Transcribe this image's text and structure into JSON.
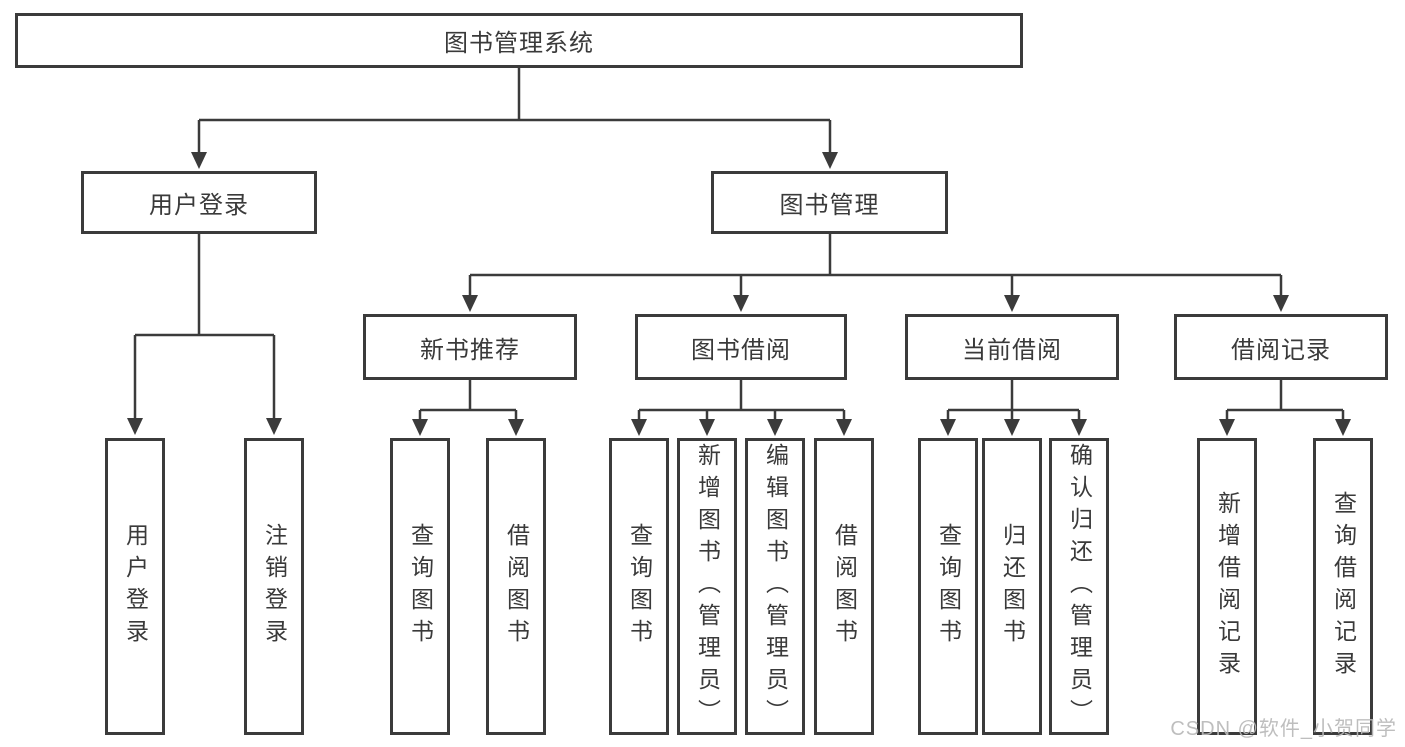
{
  "diagram": {
    "root": {
      "label": "图书管理系统"
    },
    "level2": [
      {
        "label": "用户登录"
      },
      {
        "label": "图书管理"
      }
    ],
    "level3": [
      {
        "label": "新书推荐"
      },
      {
        "label": "图书借阅"
      },
      {
        "label": "当前借阅"
      },
      {
        "label": "借阅记录"
      }
    ],
    "leaves": [
      {
        "label": "用户登录",
        "parent": "用户登录"
      },
      {
        "label": "注销登录",
        "parent": "用户登录"
      },
      {
        "label": "查询图书",
        "parent": "新书推荐"
      },
      {
        "label": "借阅图书",
        "parent": "新书推荐"
      },
      {
        "label": "查询图书",
        "parent": "图书借阅"
      },
      {
        "label": "新增图书（管理员）",
        "parent": "图书借阅"
      },
      {
        "label": "编辑图书（管理员）",
        "parent": "图书借阅"
      },
      {
        "label": "借阅图书",
        "parent": "图书借阅"
      },
      {
        "label": "查询图书",
        "parent": "当前借阅"
      },
      {
        "label": "归还图书",
        "parent": "当前借阅"
      },
      {
        "label": "确认归还（管理员）",
        "parent": "当前借阅"
      },
      {
        "label": "新增借阅记录",
        "parent": "借阅记录"
      },
      {
        "label": "查询借阅记录",
        "parent": "借阅记录"
      }
    ]
  },
  "watermark": {
    "text": "CSDN @软件_小贺同学"
  },
  "colors": {
    "line": "#3b3b3b",
    "box_border": "#3b3b3b",
    "text": "#3a3a3a",
    "watermark": "#b9b9b9",
    "background": "#ffffff"
  }
}
